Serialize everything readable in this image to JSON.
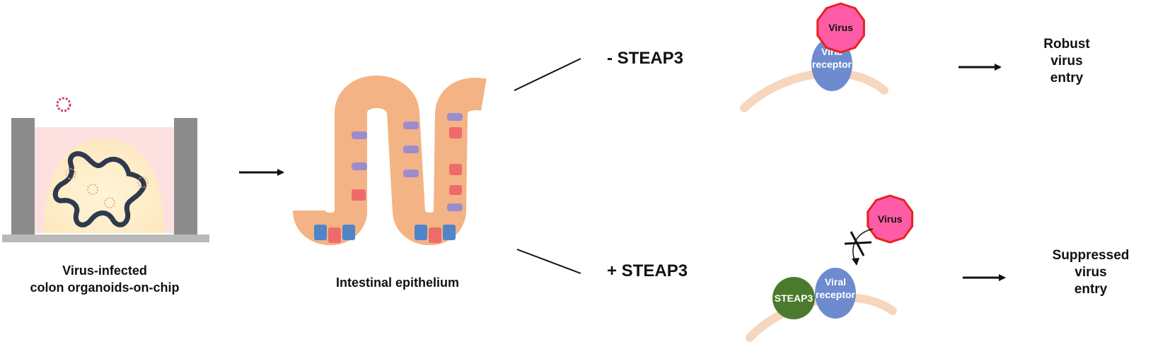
{
  "panels": {
    "chip": {
      "caption_line1": "Virus-infected",
      "caption_line2": "colon organoids-on-chip"
    },
    "epithelium": {
      "caption": "Intestinal epithelium"
    }
  },
  "conditions": {
    "minus": {
      "label": "- STEAP3",
      "outcome_line1": "Robust",
      "outcome_line2": "virus",
      "outcome_line3": "entry"
    },
    "plus": {
      "label": "+ STEAP3",
      "outcome_line1": "Suppressed",
      "outcome_line2": "virus",
      "outcome_line3": "entry"
    }
  },
  "nodes": {
    "virus": "Virus",
    "receptor_line1": "Viral",
    "receptor_line2": "receptor",
    "steap3": "STEAP3"
  },
  "colors": {
    "virus_fill": "#ff5ca8",
    "virus_stroke": "#e8221b",
    "receptor": "#6e8bd0",
    "steap3": "#4b7a2c",
    "membrane": "#f6d6bd",
    "cell_body": "#f3b384",
    "goblet": "#9b8ccf",
    "enteroendocrine": "#ef6b6b",
    "stem": "#4f85c9"
  }
}
